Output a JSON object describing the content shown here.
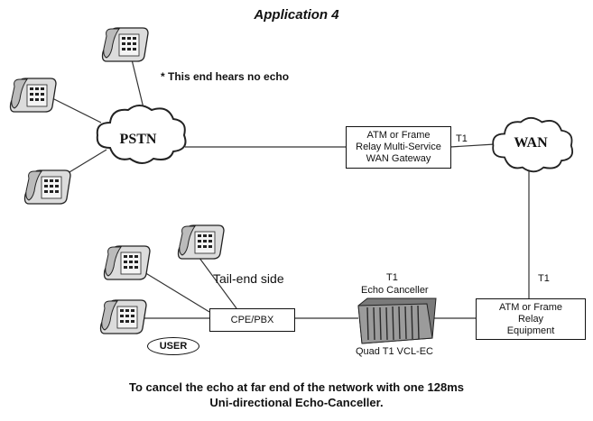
{
  "title": "Application 4",
  "note": "*  This end hears no echo",
  "clouds": {
    "pstn": "PSTN",
    "wan": "WAN"
  },
  "boxes": {
    "gateway": {
      "line1": "ATM  or Frame",
      "line2": "Relay Multi-Service",
      "line3": "WAN Gateway"
    },
    "relay_equipment": {
      "line1": "ATM  or Frame",
      "line2": "Relay",
      "line3": "Equipment"
    },
    "cpe_pbx": "CPE/PBX"
  },
  "link_labels": {
    "t1_wan": "T1",
    "t1_relay": "T1"
  },
  "echo_canceller": {
    "t1": "T1",
    "label": "Echo Canceller",
    "device": "Quad T1 VCL-EC"
  },
  "tail_end": "Tail-end side",
  "user_badge": "USER",
  "caption": {
    "line1": "To cancel the echo at far end of the network with one 128ms",
    "line2": "Uni-directional Echo-Canceller."
  },
  "icons": [
    "phone-icon",
    "cloud-icon",
    "echo-canceller-device-icon"
  ]
}
